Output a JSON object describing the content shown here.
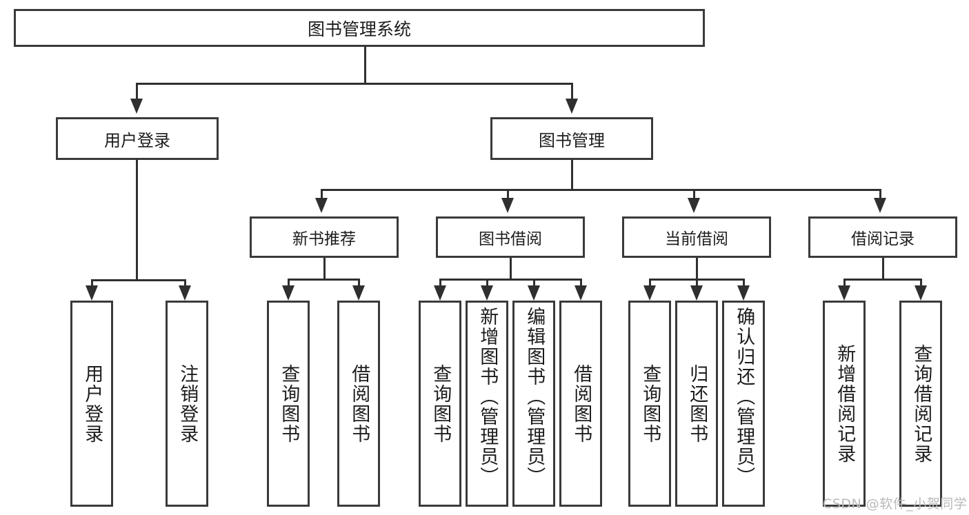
{
  "diagram": {
    "title": "图书管理系统",
    "root": {
      "label": "图书管理系统"
    },
    "level2": [
      {
        "label": "用户登录"
      },
      {
        "label": "图书管理"
      }
    ],
    "level3": [
      {
        "label": "新书推荐"
      },
      {
        "label": "图书借阅"
      },
      {
        "label": "当前借阅"
      },
      {
        "label": "借阅记录"
      }
    ],
    "leaves": {
      "user_login": [
        {
          "label": "用户登录"
        },
        {
          "label": "注销登录"
        }
      ],
      "new_book_recommend": [
        {
          "label": "查询图书"
        },
        {
          "label": "借阅图书"
        }
      ],
      "book_borrow": [
        {
          "label": "查询图书"
        },
        {
          "label": "新增图书（管理员）"
        },
        {
          "label": "编辑图书（管理员）"
        },
        {
          "label": "借阅图书"
        }
      ],
      "current_borrow": [
        {
          "label": "查询图书"
        },
        {
          "label": "归还图书"
        },
        {
          "label": "确认归还（管理员）"
        }
      ],
      "borrow_record": [
        {
          "label": "新增借阅记录"
        },
        {
          "label": "查询借阅记录"
        }
      ]
    }
  },
  "watermark": {
    "text": "CSDN @软件_小贺同学"
  },
  "colors": {
    "box_border": "#3a3a3a",
    "connector": "#2f2f2f",
    "text": "#1c1c1c",
    "background": "#ffffff",
    "watermark": "#b9b9b9"
  }
}
